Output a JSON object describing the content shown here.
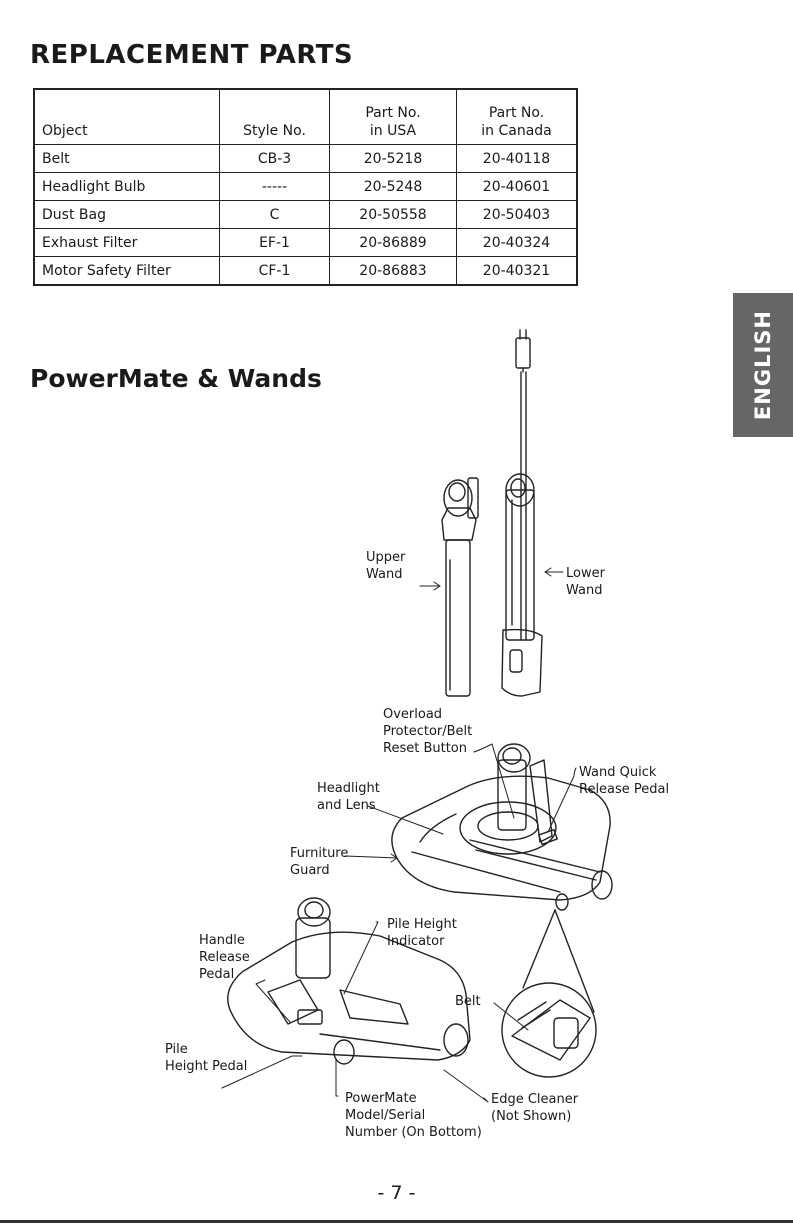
{
  "section1_title": "REPLACEMENT PARTS",
  "parts_table": {
    "headers": [
      "Object",
      "Style No.",
      "Part No.\nin USA",
      "Part No.\nin Canada"
    ],
    "rows": [
      [
        "Belt",
        "CB-3",
        "20-5218",
        "20-40118"
      ],
      [
        "Headlight Bulb",
        "-----",
        "20-5248",
        "20-40601"
      ],
      [
        "Dust Bag",
        "C",
        "20-50558",
        "20-50403"
      ],
      [
        "Exhaust Filter",
        "EF-1",
        "20-86889",
        "20-40324"
      ],
      [
        "Motor Safety Filter",
        "CF-1",
        "20-86883",
        "20-40321"
      ]
    ]
  },
  "section2_title": "PowerMate & Wands",
  "language_tab": "ENGLISH",
  "labels": {
    "upper_wand": "Upper\nWand",
    "lower_wand": "Lower\nWand",
    "overload": "Overload\nProtector/Belt\nReset Button",
    "wand_quick": "Wand Quick\nRelease Pedal",
    "headlight": "Headlight\nand Lens",
    "furniture": "Furniture\nGuard",
    "handle_release": "Handle\nRelease\nPedal",
    "pile_height_indicator": "Pile Height\nIndicator",
    "belt": "Belt",
    "pile_height_pedal": "Pile\nHeight Pedal",
    "edge_cleaner": "Edge Cleaner\n(Not Shown)",
    "powermate_model": "PowerMate\nModel/Serial\nNumber (On Bottom)"
  },
  "page_number": "- 7 -"
}
